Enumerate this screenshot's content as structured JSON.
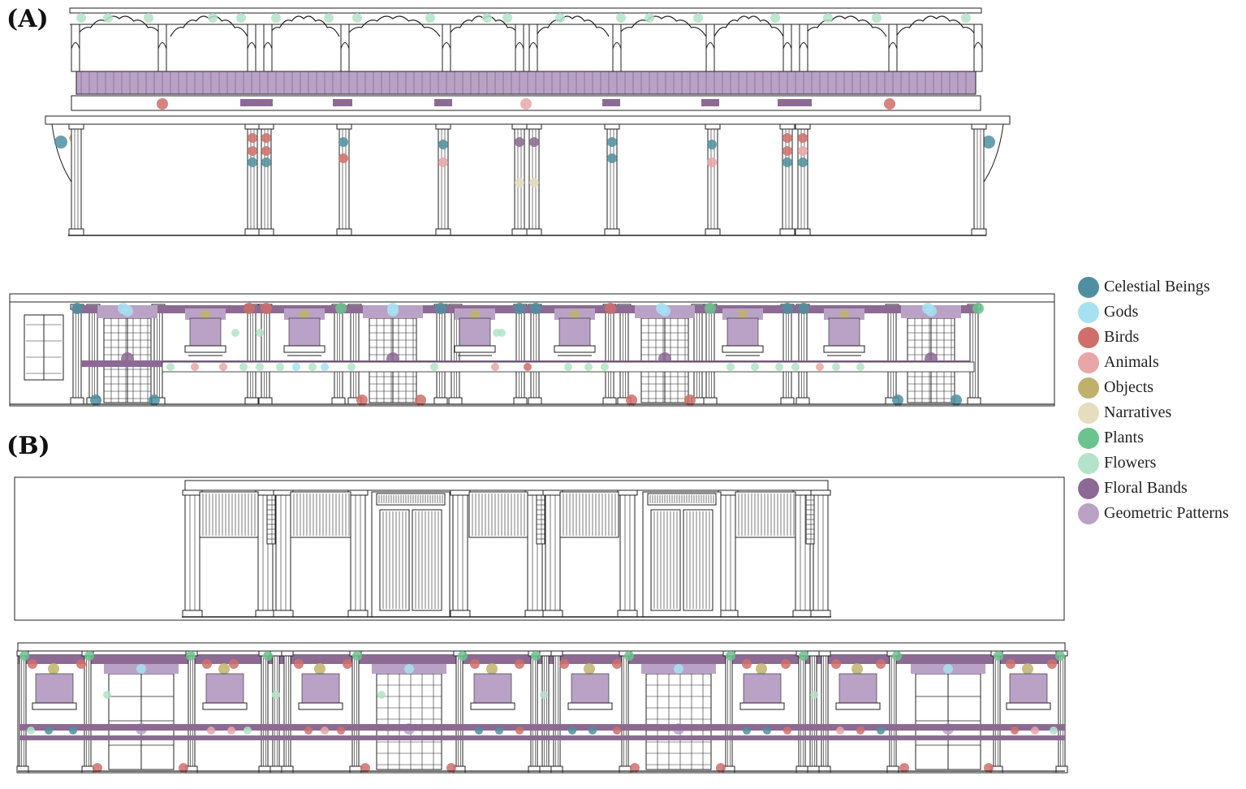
{
  "panels": {
    "a": "(A)",
    "b": "(B)"
  },
  "legend": [
    {
      "label": "Celestial Beings",
      "color": "#4f8fa0"
    },
    {
      "label": "Gods",
      "color": "#a6e1f2"
    },
    {
      "label": "Birds",
      "color": "#cf6e6a"
    },
    {
      "label": "Animals",
      "color": "#e8a6a6"
    },
    {
      "label": "Objects",
      "color": "#bfb16b"
    },
    {
      "label": "Narratives",
      "color": "#e5ddbd"
    },
    {
      "label": "Plants",
      "color": "#6bc38e"
    },
    {
      "label": "Flowers",
      "color": "#b3e3c8"
    },
    {
      "label": "Floral Bands",
      "color": "#8c6a94"
    },
    {
      "label": "Geometric Patterns",
      "color": "#b9a2c6"
    }
  ]
}
